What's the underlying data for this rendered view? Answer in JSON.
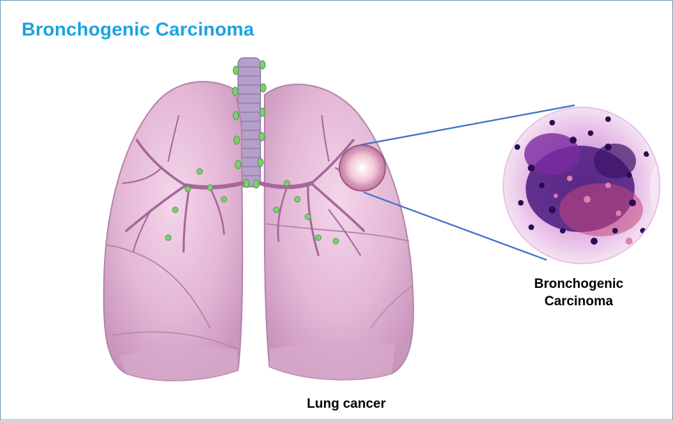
{
  "title": "Bronchogenic Carcinoma",
  "labels": {
    "micro_label_line1": "Bronchogenic",
    "micro_label_line2": "Carcinoma",
    "lung_caption": "Lung cancer"
  },
  "colors": {
    "title": "#1aa3e0",
    "lung_fill": "#e8bfdc",
    "lung_shadow": "#c28cb4",
    "bronchi": "#a7679a",
    "lymph_nodes": "#7fcf72",
    "zoom_lines": "#3f73c6",
    "stain_purple": "#5a1f94",
    "stain_pink": "#d26aa8"
  }
}
